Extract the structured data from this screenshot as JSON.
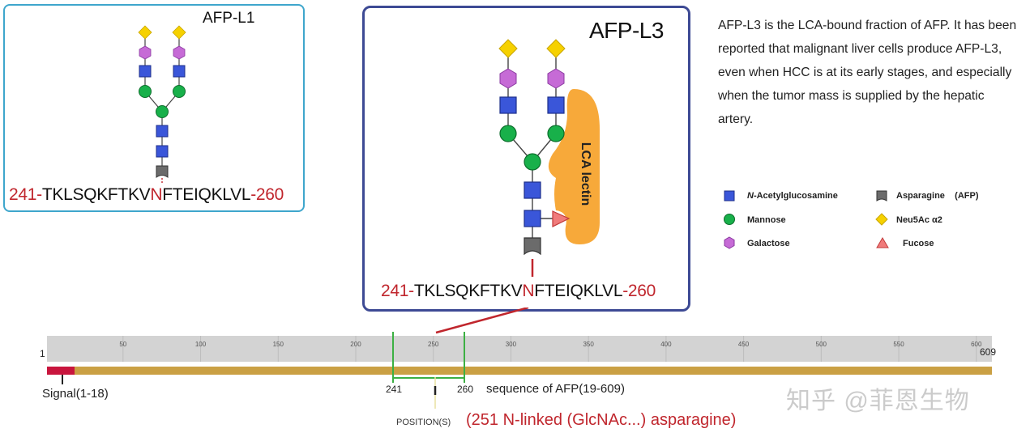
{
  "panel_l1": {
    "title": "AFP-L1",
    "seq_start": "241-",
    "seq_before": "TKLSQKFTKV",
    "seq_site": "N",
    "seq_after": "FTEIQKLVL",
    "seq_end": "-260"
  },
  "panel_l3": {
    "title": "AFP-L3",
    "lectin_label": "LCA lectin",
    "seq_start": "241-",
    "seq_before": "TKLSQKFTKV",
    "seq_site": "N",
    "seq_after": "FTEIQKLVL",
    "seq_end": "-260"
  },
  "description": "AFP-L3 is the LCA-bound fraction of AFP. It has been reported that malignant liver cells produce AFP-L3, even when HCC is at its early stages, and especially when the tumor mass is supplied by the hepatic artery.",
  "legend": {
    "items": [
      {
        "label_italic": "N",
        "label": "-Acetylglucosamine",
        "icon": "blue-square-icon"
      },
      {
        "label": "Mannose",
        "icon": "green-circle-icon"
      },
      {
        "label": "Galactose",
        "icon": "purple-hexagon-icon"
      },
      {
        "label": "Asparagine",
        "suffix": "(AFP)",
        "icon": "gray-asparagine-icon"
      },
      {
        "label": "Neu5Ac α2",
        "icon": "yellow-diamond-icon"
      },
      {
        "label": "Fucose",
        "icon": "red-triangle-icon"
      }
    ]
  },
  "track": {
    "start_label": "1",
    "end_label": "609",
    "ticks": [
      "50",
      "100",
      "150",
      "200",
      "250",
      "300",
      "350",
      "400",
      "450",
      "500",
      "550",
      "600"
    ],
    "signal_label": "Signal(1-18)",
    "sequence_label": "sequence of AFP(19-609)",
    "region_start_label": "241",
    "region_end_label": "260",
    "position_label": "POSITION(S)",
    "position_value": "(251 N-linked (GlcNAc...) asparagine)"
  },
  "watermark": "知乎 @菲恩生物",
  "colors": {
    "glcnac": "#3a56d9",
    "mannose": "#18b04a",
    "galactose": "#c66bd6",
    "neu5ac": "#f6d100",
    "asparagine": "#6b6b6b",
    "fucose": "#f07b7b",
    "lectin": "#f7a93a",
    "signal": "#c8153d",
    "chain": "#caa044",
    "site_red": "#c0262d"
  }
}
